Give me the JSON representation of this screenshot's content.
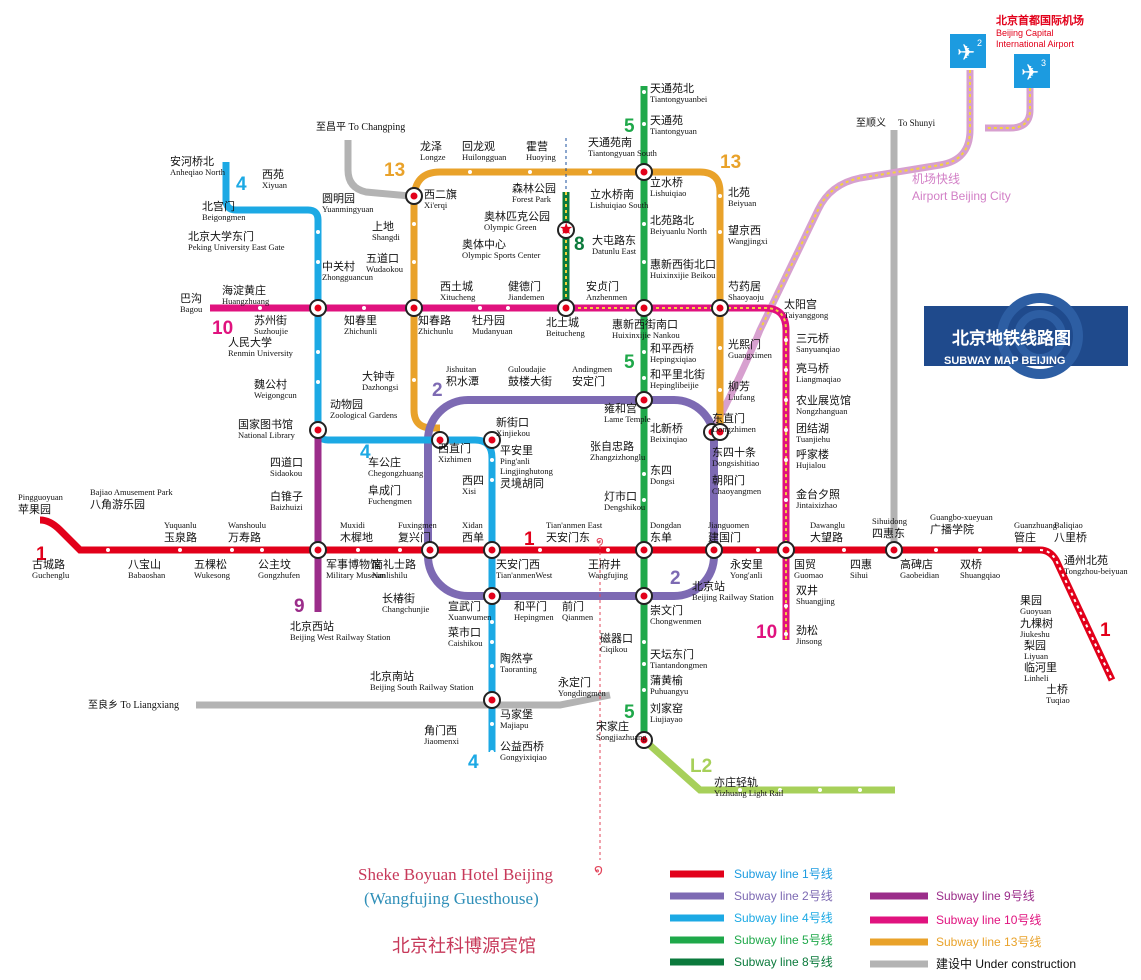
{
  "title_zh": "北京地铁线路图",
  "title_en": "SUBWAY MAP BEIJING",
  "airport": {
    "zh": "北京首都国际机场",
    "en1": "Beijing Capital",
    "en2": "International Airport",
    "t2": "2",
    "t3": "3"
  },
  "airport_express": {
    "zh": "机场快线",
    "en": "Airport Beijing City"
  },
  "hotel": {
    "en1": "Sheke Boyuan Hotel Beijing",
    "en2": "(Wangfujing Guesthouse)",
    "zh": "北京社科博源宾馆"
  },
  "line_numbers": {
    "l1": "1",
    "l2": "2",
    "l4": "4",
    "l5": "5",
    "l8": "8",
    "l9": "9",
    "l10": "10",
    "l13": "13",
    "lL2": "L2"
  },
  "colors": {
    "l1": "#e2001a",
    "l2": "#7d6ab3",
    "l4": "#1ca9e4",
    "l5": "#1fa84a",
    "l8": "#0b7a3c",
    "l9": "#9b2d8a",
    "l10": "#e0127e",
    "l13": "#e9a22a",
    "lL2": "#a7d05a",
    "airport": "#d7a0cf",
    "construction": "#b3b3b3"
  },
  "directions": {
    "changping": "至昌平 To Changping",
    "shunyi_zh": "至顺义",
    "shunyi_en": "To Shunyi",
    "liangxiang": "至良乡 To Liangxiang"
  },
  "legend": {
    "l1": "Subway line 1号线",
    "l2": "Subway line 2号线",
    "l4": "Subway line 4号线",
    "l5": "Subway line 5号线",
    "l8": "Subway line 8号线",
    "l9": "Subway line 9号线",
    "l10": "Subway line 10号线",
    "l13": "Subway line 13号线",
    "construction": "建设中 Under construction"
  },
  "stations": [
    {
      "zh": "苹果园",
      "en": "Pingguoyuan"
    },
    {
      "zh": "古城路",
      "en": "Guchenglu"
    },
    {
      "zh": "八角游乐园",
      "en": "Bajiao Amusement Park"
    },
    {
      "zh": "八宝山",
      "en": "Babaoshan"
    },
    {
      "zh": "玉泉路",
      "en": "Yuquanlu"
    },
    {
      "zh": "五棵松",
      "en": "Wukesong"
    },
    {
      "zh": "万寿路",
      "en": "Wanshoulu"
    },
    {
      "zh": "公主坟",
      "en": "Gongzhufen"
    },
    {
      "zh": "军事博物馆",
      "en": "Military Museum"
    },
    {
      "zh": "木樨地",
      "en": "Muxidi"
    },
    {
      "zh": "南礼士路",
      "en": "Nanlishilu"
    },
    {
      "zh": "复兴门",
      "en": "Fuxingmen"
    },
    {
      "zh": "西单",
      "en": "Xidan"
    },
    {
      "zh": "天安门西",
      "en": "Tian'anmenWest"
    },
    {
      "zh": "天安门东",
      "en": "Tian'anmen East"
    },
    {
      "zh": "王府井",
      "en": "Wangfujing"
    },
    {
      "zh": "东单",
      "en": "Dongdan"
    },
    {
      "zh": "建国门",
      "en": "Jianguomen"
    },
    {
      "zh": "永安里",
      "en": "Yong'anli"
    },
    {
      "zh": "国贸",
      "en": "Guomao"
    },
    {
      "zh": "大望路",
      "en": "Dawanglu"
    },
    {
      "zh": "四惠",
      "en": "Sihui"
    },
    {
      "zh": "四惠东",
      "en": "Sihuidong"
    },
    {
      "zh": "高碑店",
      "en": "Gaobeidian"
    },
    {
      "zh": "广播学院",
      "en": "Guangbo-xueyuan"
    },
    {
      "zh": "双桥",
      "en": "Shuangqiao"
    },
    {
      "zh": "管庄",
      "en": "Guanzhuang"
    },
    {
      "zh": "八里桥",
      "en": "Baliqiao"
    },
    {
      "zh": "通州北苑",
      "en": "Tongzhou-beiyuan"
    },
    {
      "zh": "果园",
      "en": "Guoyuan"
    },
    {
      "zh": "九棵树",
      "en": "Jiukeshu"
    },
    {
      "zh": "梨园",
      "en": "Liyuan"
    },
    {
      "zh": "临河里",
      "en": "Linheli"
    },
    {
      "zh": "土桥",
      "en": "Tuqiao"
    },
    {
      "zh": "安河桥北",
      "en": "Anheqiao North"
    },
    {
      "zh": "北宫门",
      "en": "Beigongmen"
    },
    {
      "zh": "西苑",
      "en": "Xiyuan"
    },
    {
      "zh": "圆明园",
      "en": "Yuanmingyuan"
    },
    {
      "zh": "北京大学东门",
      "en": "Peking University East Gate"
    },
    {
      "zh": "中关村",
      "en": "Zhongguancun"
    },
    {
      "zh": "海淀黄庄",
      "en": "Huangzhuang"
    },
    {
      "zh": "人民大学",
      "en": "Renmin University"
    },
    {
      "zh": "魏公村",
      "en": "Weigongcun"
    },
    {
      "zh": "国家图书馆",
      "en": "National Library"
    },
    {
      "zh": "动物园",
      "en": "Zoological Gardens"
    },
    {
      "zh": "西直门",
      "en": "Xizhimen"
    },
    {
      "zh": "新街口",
      "en": "Xinjiekou"
    },
    {
      "zh": "平安里",
      "en": "Ping'anli"
    },
    {
      "zh": "西四",
      "en": "Xisi"
    },
    {
      "zh": "灵境胡同",
      "en": "Lingjinghutong"
    },
    {
      "zh": "宣武门",
      "en": "Xuanwumen"
    },
    {
      "zh": "菜市口",
      "en": "Caishikou"
    },
    {
      "zh": "陶然亭",
      "en": "Taoranting"
    },
    {
      "zh": "北京南站",
      "en": "Beijing South Railway Station"
    },
    {
      "zh": "马家堡",
      "en": "Majiapu"
    },
    {
      "zh": "角门西",
      "en": "Jiaomenxi"
    },
    {
      "zh": "公益西桥",
      "en": "Gongyixiqiao"
    },
    {
      "zh": "天通苑北",
      "en": "Tiantongyuanbei"
    },
    {
      "zh": "天通苑",
      "en": "Tiantongyuan"
    },
    {
      "zh": "天通苑南",
      "en": "Tiantongyuan South"
    },
    {
      "zh": "立水桥",
      "en": "Lishuiqiao"
    },
    {
      "zh": "立水桥南",
      "en": "Lishuiqiao South"
    },
    {
      "zh": "北苑路北",
      "en": "Beiyuanlu North"
    },
    {
      "zh": "大屯路东",
      "en": "Datunlu East"
    },
    {
      "zh": "惠新西街北口",
      "en": "Huixinxijie Beikou"
    },
    {
      "zh": "惠新西街南口",
      "en": "Huixinxijie Nankou"
    },
    {
      "zh": "和平西桥",
      "en": "Hepingxiqiao"
    },
    {
      "zh": "和平里北街",
      "en": "Hepinglibeijie"
    },
    {
      "zh": "雍和宫",
      "en": "Lame Temple"
    },
    {
      "zh": "北新桥",
      "en": "Beixinqiao"
    },
    {
      "zh": "张自忠路",
      "en": "Zhangzizhonglu"
    },
    {
      "zh": "东四",
      "en": "Dongsi"
    },
    {
      "zh": "灯市口",
      "en": "Dengshikou"
    },
    {
      "zh": "崇文门",
      "en": "Chongwenmen"
    },
    {
      "zh": "磁器口",
      "en": "Ciqikou"
    },
    {
      "zh": "天坛东门",
      "en": "Tiantandongmen"
    },
    {
      "zh": "蒲黄榆",
      "en": "Puhuangyu"
    },
    {
      "zh": "刘家窑",
      "en": "Liujiayao"
    },
    {
      "zh": "宋家庄",
      "en": "Songjiazhuang"
    },
    {
      "zh": "巴沟",
      "en": "Bagou"
    },
    {
      "zh": "苏州街",
      "en": "Suzhoujie"
    },
    {
      "zh": "知春里",
      "en": "Zhichunli"
    },
    {
      "zh": "知春路",
      "en": "Zhichunlu"
    },
    {
      "zh": "牡丹园",
      "en": "Mudanyuan"
    },
    {
      "zh": "西土城",
      "en": "Xitucheng"
    },
    {
      "zh": "健德门",
      "en": "Jiandemen"
    },
    {
      "zh": "北土城",
      "en": "Beitucheng"
    },
    {
      "zh": "安贞门",
      "en": "Anzhenmen"
    },
    {
      "zh": "芍药居",
      "en": "Shaoyaoju"
    },
    {
      "zh": "太阳宫",
      "en": "Taiyanggong"
    },
    {
      "zh": "三元桥",
      "en": "Sanyuanqiao"
    },
    {
      "zh": "亮马桥",
      "en": "Liangmaqiao"
    },
    {
      "zh": "农业展览馆",
      "en": "Nongzhanguan"
    },
    {
      "zh": "团结湖",
      "en": "Tuanjiehu"
    },
    {
      "zh": "呼家楼",
      "en": "Hujialou"
    },
    {
      "zh": "金台夕照",
      "en": "Jintaixizhao"
    },
    {
      "zh": "双井",
      "en": "Shuangjing"
    },
    {
      "zh": "劲松",
      "en": "Jinsong"
    },
    {
      "zh": "西二旗",
      "en": "Xi'erqi"
    },
    {
      "zh": "龙泽",
      "en": "Longze"
    },
    {
      "zh": "回龙观",
      "en": "Huilongguan"
    },
    {
      "zh": "霍营",
      "en": "Huoying"
    },
    {
      "zh": "北苑",
      "en": "Beiyuan"
    },
    {
      "zh": "望京西",
      "en": "Wangjingxi"
    },
    {
      "zh": "光熙门",
      "en": "Guangximen"
    },
    {
      "zh": "柳芳",
      "en": "Liufang"
    },
    {
      "zh": "东直门",
      "en": "Dongzhimen"
    },
    {
      "zh": "上地",
      "en": "Shangdi"
    },
    {
      "zh": "五道口",
      "en": "Wudaokou"
    },
    {
      "zh": "大钟寺",
      "en": "Dazhongsi"
    },
    {
      "zh": "森林公园",
      "en": "Forest Park"
    },
    {
      "zh": "奥林匹克公园",
      "en": "Olympic Green"
    },
    {
      "zh": "奥体中心",
      "en": "Olympic Sports Center"
    },
    {
      "zh": "积水潭",
      "en": "Jishuitan"
    },
    {
      "zh": "鼓楼大街",
      "en": "Guloudajie"
    },
    {
      "zh": "安定门",
      "en": "Andingmen"
    },
    {
      "zh": "东四十条",
      "en": "Dongsishitiao"
    },
    {
      "zh": "朝阳门",
      "en": "Chaoyangmen"
    },
    {
      "zh": "北京站",
      "en": "Beijing Railway Station"
    },
    {
      "zh": "前门",
      "en": "Qianmen"
    },
    {
      "zh": "和平门",
      "en": "Hepingmen"
    },
    {
      "zh": "长椿街",
      "en": "Changchunjie"
    },
    {
      "zh": "车公庄",
      "en": "Chegongzhuang"
    },
    {
      "zh": "阜成门",
      "en": "Fuchengmen"
    },
    {
      "zh": "四道口",
      "en": "Sidaokou"
    },
    {
      "zh": "白锥子",
      "en": "Baizhuizi"
    },
    {
      "zh": "北京西站",
      "en": "Beijing West Railway Station"
    },
    {
      "zh": "亦庄轻轨",
      "en": "Yizhuang Light Rail"
    },
    {
      "zh": "永定门",
      "en": "Yongdingmen"
    }
  ]
}
